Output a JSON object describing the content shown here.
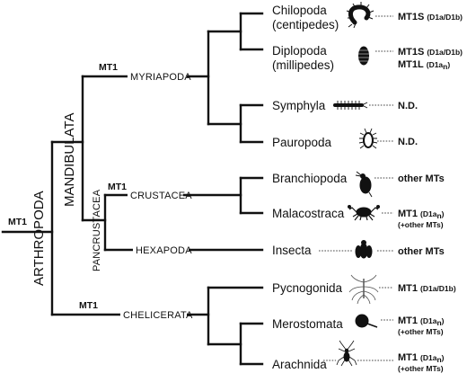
{
  "root_label": "ARTHROPODA",
  "root_marker": "MT1",
  "mandibulata_label": "MANDIBULATA",
  "pancrustacea_label": "PANCRUSTACEA",
  "myriapoda": {
    "label": "MYRIAPODA",
    "marker": "MT1"
  },
  "crustacea": {
    "label": "CRUSTACEA",
    "marker": "MT1"
  },
  "hexapoda": {
    "label": "HEXAPODA"
  },
  "chelicerata": {
    "label": "CHELICERATA",
    "marker": "MT1"
  },
  "taxa": [
    {
      "name": "Chilopoda",
      "name2": "(centipedes)",
      "icon": "centipede-icon",
      "result": {
        "line1_main": "MT1S",
        "line1_sub": "(D1a/D1b)"
      }
    },
    {
      "name": "Diplopoda",
      "name2": "(millipedes)",
      "icon": "millipede-icon",
      "result": {
        "line1_main": "MT1S",
        "line1_sub": "(D1a/D1b)",
        "line2_main": "MT1L",
        "line2_sub": "(D1a",
        "line2_subscript": "n",
        "line2_close": ")"
      }
    },
    {
      "name": "Symphyla",
      "icon": "symphylan-icon",
      "result": {
        "line1_main": "N.D."
      }
    },
    {
      "name": "Pauropoda",
      "icon": "pauropod-icon",
      "result": {
        "line1_main": "N.D."
      }
    },
    {
      "name": "Branchiopoda",
      "icon": "daphnia-icon",
      "result": {
        "line1_main": "other MTs"
      }
    },
    {
      "name": "Malacostraca",
      "icon": "crab-icon",
      "result": {
        "line1_main": "MT1",
        "line1_sub": "(D1a",
        "line1_subscript": "n",
        "line1_close": ")",
        "line2_small": "(+other MTs)"
      }
    },
    {
      "name": "Insecta",
      "icon": "fly-icon",
      "result": {
        "line1_main": "other MTs"
      }
    },
    {
      "name": "Pycnogonida",
      "icon": "sea-spider-icon",
      "result": {
        "line1_main": "MT1",
        "line1_sub": "(D1a/D1b)"
      }
    },
    {
      "name": "Merostomata",
      "icon": "horseshoe-crab-icon",
      "result": {
        "line1_main": "MT1",
        "line1_sub": "(D1a",
        "line1_subscript": "n",
        "line1_close": ")",
        "line2_small": "(+other MTs)"
      }
    },
    {
      "name": "Arachnida",
      "icon": "spider-icon",
      "result": {
        "line1_main": "MT1",
        "line1_sub": "(D1a",
        "line1_subscript": "n",
        "line1_close": ")",
        "line2_small": "(+other MTs)"
      }
    }
  ]
}
